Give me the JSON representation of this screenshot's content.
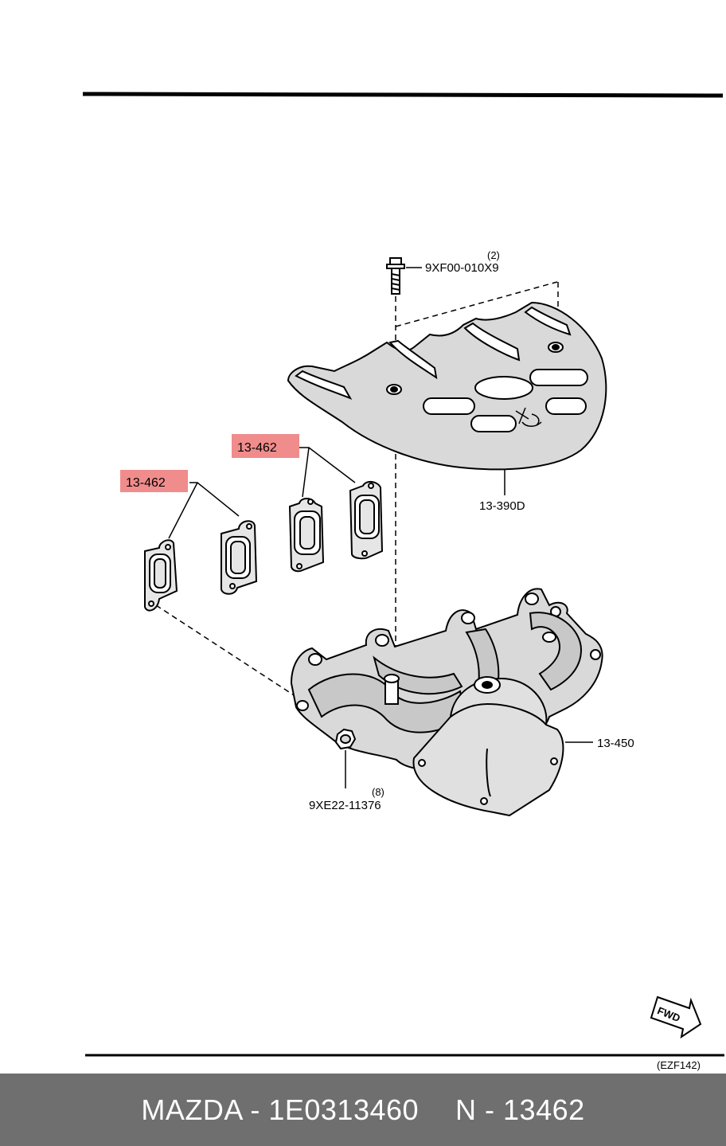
{
  "diagram": {
    "callouts": {
      "bolt_part": "9XF00-010X9",
      "bolt_qty": "(2)",
      "heat_shield": "13-390D",
      "gasket_left": "13-462",
      "gasket_right": "13-462",
      "manifold": "13-450",
      "nut_part": "9XE22-11376",
      "nut_qty": "(8)"
    },
    "fwd_label": "FWD",
    "figure_code": "(EZF142)"
  },
  "highlight_color": "#f08c8c",
  "footer": {
    "brand_part": "MAZDA - 1E0313460",
    "ref": "N - 13462"
  }
}
